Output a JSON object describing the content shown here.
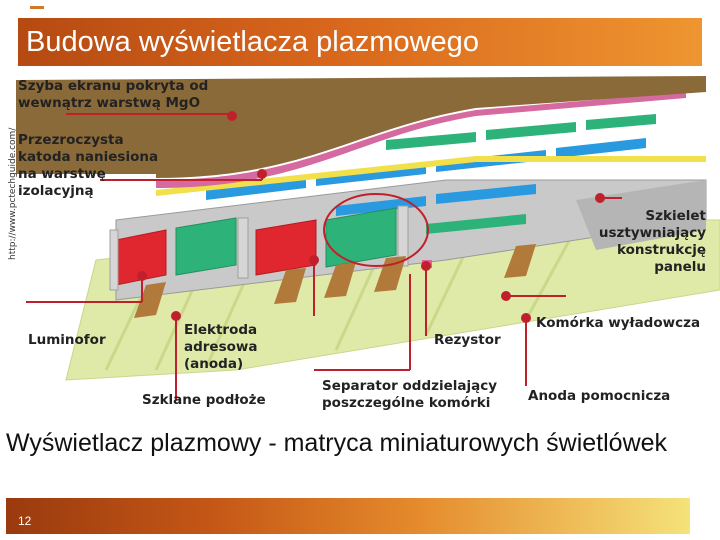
{
  "slide": {
    "title": "Budowa wyświetlacza plazmowego",
    "caption": "Wyświetlacz plazmowy - matryca miniaturowych świetlówek",
    "number": "12"
  },
  "figure": {
    "credit": "http://www.pctechguide.com/",
    "labels": {
      "glass": "Szyba ekranu pokryta od\nwewnątrz warstwą MgO",
      "cathode": "Przezroczysta\nkatoda naniesiona\nna warstwę\nizolacyjną",
      "frame": "Szkielet\nusztywniający\nkonstrukcję\npanelu",
      "phosphor": "Luminofor",
      "address": "Elektroda\nadresowa\n(anoda)",
      "resistor": "Rezystor",
      "cell": "Komórka wyładowcza",
      "substrate": "Szklane podłoże",
      "separator": "Separator oddzielający\nposzczególne komórki",
      "anode": "Anoda pomocnicza"
    }
  },
  "colors": {
    "accent": "#d8661c",
    "glass": "#8b6a3a",
    "cathode": "#d56aa0",
    "cell_blue": "#2a9ae0",
    "cell_green": "#2db37a",
    "cell_red": "#e0262e",
    "electrode": "#b27a3a",
    "substrate": "#dfe9a8",
    "leader": "#c0202c"
  }
}
